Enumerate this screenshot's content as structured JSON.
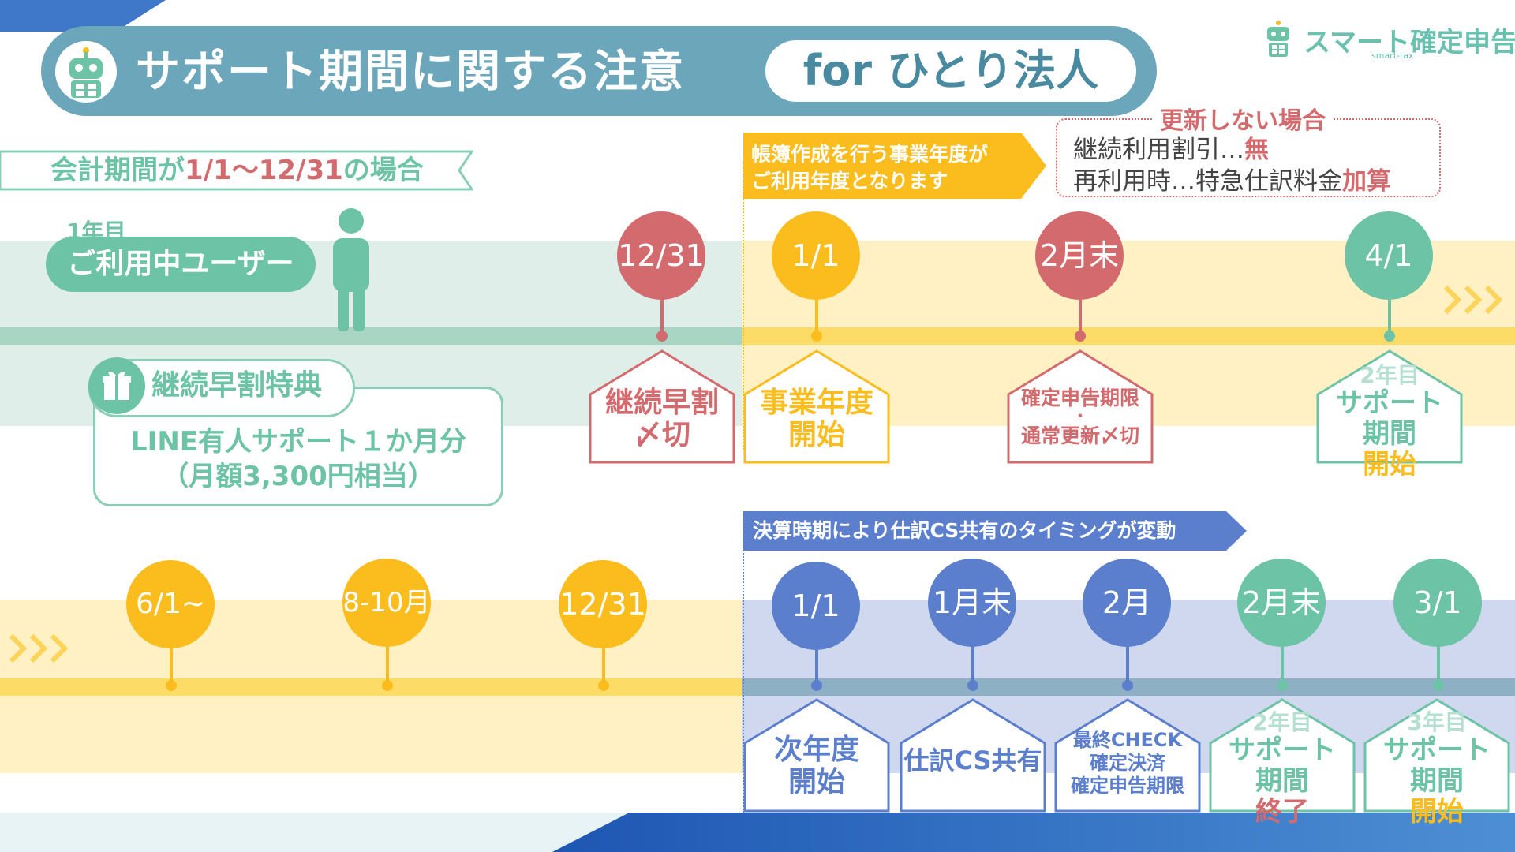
{
  "header": {
    "title": "サポート期間に関する注意",
    "tag": "for ひとり法人"
  },
  "logo": {
    "name": "スマート確定申告",
    "sub": "smart-tax"
  },
  "period_banner": {
    "prefix": "会計期間が",
    "range": "1/1〜12/31",
    "suffix": "の場合"
  },
  "user": {
    "year": "1年目",
    "label": "ご利用中ユーザー"
  },
  "benefit": {
    "title": "継続早割特典",
    "line1": "LINE有人サポート１か月分",
    "line2": "（月額3,300円相当）"
  },
  "arrow_note": {
    "line1": "帳簿作成を行う事業年度が",
    "line2": "ご利用年度となります"
  },
  "no_renew": {
    "title": "更新しない場合",
    "line1_prefix": "継続利用割引…",
    "line1_emph": "無",
    "line2_prefix": "再利用時…特急仕訳料金",
    "line2_emph": "加算"
  },
  "top_timeline": {
    "circles": [
      {
        "label": "12/31",
        "color": "#d36b6e"
      },
      {
        "label": "1/1",
        "color": "#fbbd1e"
      },
      {
        "label": "2月末",
        "color": "#d36b6e"
      },
      {
        "label": "4/1",
        "color": "#6cc3a5"
      }
    ],
    "houses": [
      {
        "l1": "継続早割",
        "l2": "〆切"
      },
      {
        "l1": "事業年度",
        "l2": "開始"
      },
      {
        "l1": "確定申告期限",
        "l2": "・",
        "l3": "通常更新〆切"
      },
      {
        "l0": "2年目",
        "l1": "サポート",
        "l2a": "期間",
        "l2b": "開始"
      }
    ]
  },
  "cs_note": "決算時期により仕訳CS共有のタイミングが変動",
  "bottom_timeline": {
    "circles": [
      {
        "label": "6/1~",
        "color": "#fbbd1e"
      },
      {
        "label": "8-10月",
        "color": "#fbbd1e"
      },
      {
        "label": "12/31",
        "color": "#fbbd1e"
      },
      {
        "label": "1/1",
        "color": "#5b7fcd"
      },
      {
        "label": "1月末",
        "color": "#5b7fcd"
      },
      {
        "label": "2月",
        "color": "#5b7fcd"
      },
      {
        "label": "2月末",
        "color": "#6cc3a5"
      },
      {
        "label": "3/1",
        "color": "#6cc3a5"
      }
    ],
    "houses": [
      {
        "l1": "次年度",
        "l2": "開始"
      },
      {
        "l1": "仕訳CS共有"
      },
      {
        "l1": "最終CHECK",
        "l2": "確定決済",
        "l3": "確定申告期限"
      },
      {
        "l0": "2年目",
        "l1": "サポート",
        "l2a": "期間",
        "l2b": "終了"
      },
      {
        "l0": "3年目",
        "l1": "サポート",
        "l2a": "期間",
        "l2b": "開始"
      }
    ]
  },
  "colors": {
    "header": "#6ba6bb",
    "red": "#d36b6e",
    "yellow": "#fbbd1e",
    "green": "#6cc3a5",
    "blue": "#5b7fcd",
    "band_yellow": "#fff1c4",
    "band_blue": "#cfd8ee",
    "band_green": "#dfeee9"
  }
}
